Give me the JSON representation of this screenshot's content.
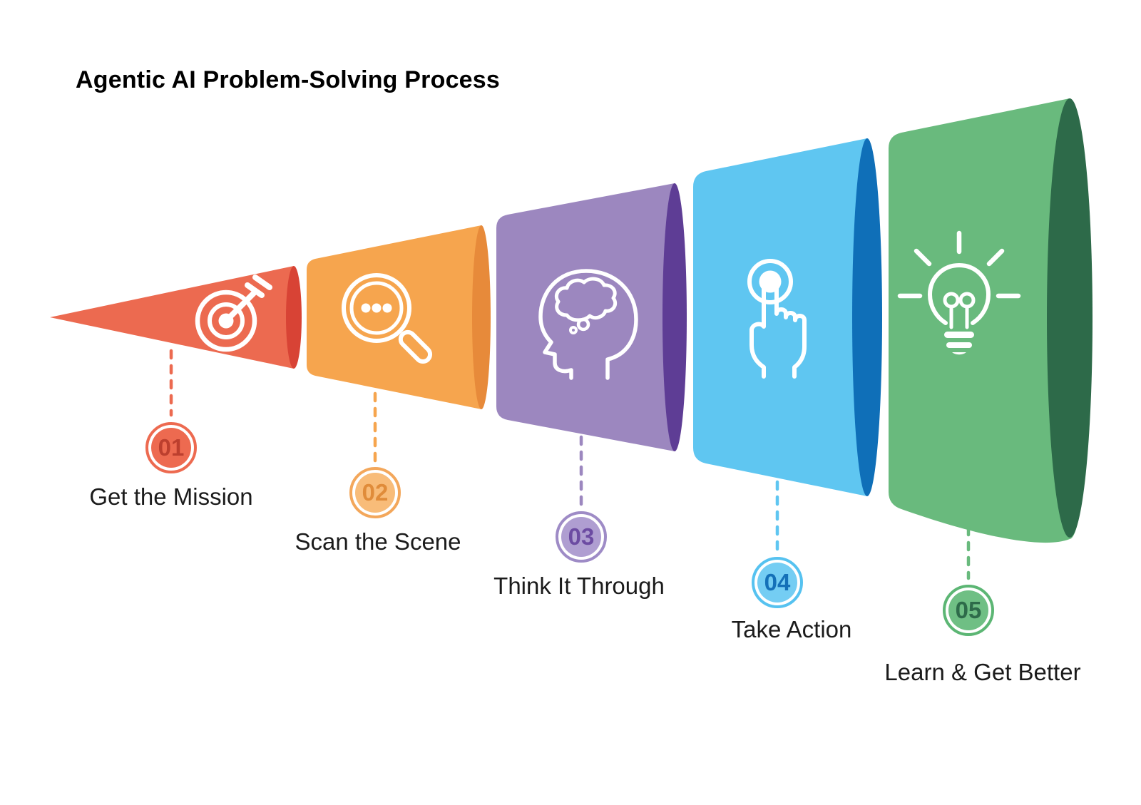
{
  "title": "Agentic AI Problem-Solving Process",
  "diagram": {
    "type": "funnel",
    "orientation": "horizontal",
    "direction": "expanding-right",
    "step_count": 5
  },
  "background_color": "#FFFFFF",
  "title_color": "#000000",
  "label_color": "#1B1B1B",
  "icon_color": "#FFFFFF",
  "steps": [
    {
      "number": "01",
      "label": "Get the Mission",
      "icon": "target-dart-icon",
      "body_color": "#EC6A50",
      "rim_color": "#D84335",
      "badge_ring": "#ED6A50",
      "badge_fill": "#ED6A50",
      "number_color": "#BC3F2E"
    },
    {
      "number": "02",
      "label": "Scan the Scene",
      "icon": "magnifier-dots-icon",
      "body_color": "#F6A54E",
      "rim_color": "#E78A3A",
      "badge_ring": "#F3A75B",
      "badge_fill": "#F8BC79",
      "number_color": "#E08C3A"
    },
    {
      "number": "03",
      "label": "Think It Through",
      "icon": "head-thought-icon",
      "body_color": "#9C87BF",
      "rim_color": "#5E3D95",
      "badge_ring": "#9E8BC6",
      "badge_fill": "#AF9ED1",
      "number_color": "#6C4BA2"
    },
    {
      "number": "04",
      "label": "Take Action",
      "icon": "tap-hand-icon",
      "body_color": "#5FC6F1",
      "rim_color": "#0F6FB8",
      "badge_ring": "#56C2F0",
      "badge_fill": "#74CDF3",
      "number_color": "#1470B8"
    },
    {
      "number": "05",
      "label": "Learn & Get Better",
      "icon": "lightbulb-icon",
      "body_color": "#69BA7D",
      "rim_color": "#2D6A49",
      "badge_ring": "#5CB674",
      "badge_fill": "#6FBF84",
      "number_color": "#2E6B4A"
    }
  ]
}
